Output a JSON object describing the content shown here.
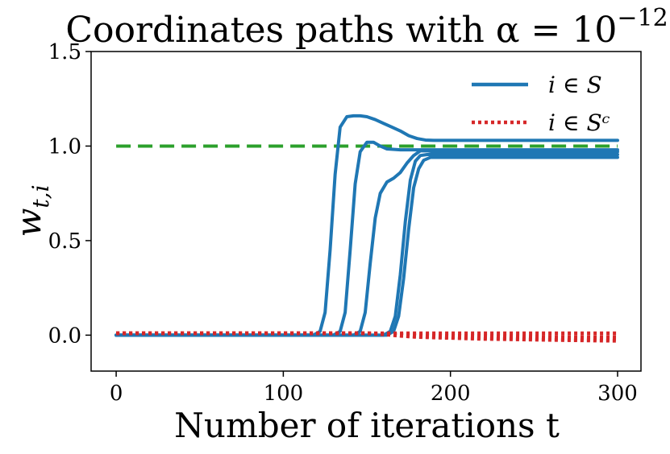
{
  "chart_data": {
    "type": "line",
    "title": "Coordinates paths with α = 10",
    "title_exponent": "−12",
    "xlabel": "Number of iterations t",
    "ylabel": "w",
    "ylabel_subscript": "t,i",
    "xlim": [
      -15,
      314
    ],
    "ylim": [
      -0.19,
      1.5
    ],
    "xticks": [
      0,
      100,
      200,
      300
    ],
    "xtick_labels": [
      "0",
      "100",
      "200",
      "300"
    ],
    "yticks": [
      0.0,
      0.5,
      1.0,
      1.5
    ],
    "ytick_labels": [
      "0.0",
      "0.5",
      "1.0",
      "1.5"
    ],
    "grid": false,
    "legend_position": "top-right",
    "legend": [
      {
        "label": "i ∈ S",
        "color": "#1f77b4",
        "style": "solid"
      },
      {
        "label": "i ∈ Sᶜ",
        "color": "#d62728",
        "style": "dotted"
      }
    ],
    "reference_line": {
      "y": 1.0,
      "x_range": [
        0,
        300
      ],
      "color": "#2ca02c",
      "style": "dashed"
    },
    "series": [
      {
        "group": "in_S",
        "color": "#1f77b4",
        "x": [
          0,
          118,
          122,
          125,
          128,
          131,
          134,
          138,
          142,
          146,
          150,
          155,
          160,
          165,
          170,
          175,
          180,
          185,
          190,
          200,
          300
        ],
        "y": [
          0.0,
          0.0,
          0.02,
          0.12,
          0.45,
          0.85,
          1.1,
          1.155,
          1.16,
          1.16,
          1.155,
          1.14,
          1.12,
          1.1,
          1.08,
          1.055,
          1.04,
          1.032,
          1.03,
          1.03,
          1.03
        ]
      },
      {
        "group": "in_S",
        "color": "#1f77b4",
        "x": [
          0,
          130,
          134,
          137,
          140,
          143,
          146,
          150,
          154,
          158,
          162,
          170,
          180,
          200,
          300
        ],
        "y": [
          0.0,
          0.0,
          0.02,
          0.12,
          0.45,
          0.8,
          0.97,
          1.02,
          1.02,
          1.0,
          0.985,
          0.98,
          0.98,
          0.98,
          0.98
        ]
      },
      {
        "group": "in_S",
        "color": "#1f77b4",
        "x": [
          0,
          142,
          146,
          149,
          152,
          155,
          158,
          162,
          166,
          170,
          174,
          178,
          182,
          186,
          190,
          200,
          300
        ],
        "y": [
          0.0,
          0.0,
          0.02,
          0.12,
          0.38,
          0.62,
          0.75,
          0.81,
          0.83,
          0.86,
          0.91,
          0.95,
          0.975,
          0.975,
          0.97,
          0.97,
          0.97
        ]
      },
      {
        "group": "in_S",
        "color": "#1f77b4",
        "x": [
          0,
          160,
          164,
          167,
          170,
          173,
          176,
          179,
          182,
          186,
          190,
          200,
          300
        ],
        "y": [
          0.0,
          0.0,
          0.02,
          0.1,
          0.32,
          0.6,
          0.82,
          0.92,
          0.95,
          0.955,
          0.955,
          0.955,
          0.955
        ]
      },
      {
        "group": "in_S",
        "color": "#1f77b4",
        "x": [
          0,
          162,
          166,
          169,
          172,
          175,
          178,
          181,
          184,
          188,
          192,
          200,
          300
        ],
        "y": [
          0.0,
          0.0,
          0.02,
          0.1,
          0.3,
          0.56,
          0.78,
          0.88,
          0.925,
          0.94,
          0.94,
          0.94,
          0.94
        ]
      },
      {
        "group": "in_Sc",
        "color": "#d62728",
        "x": [
          0,
          150,
          160,
          170,
          180,
          200,
          220,
          250,
          280,
          300
        ],
        "y": [
          0.01,
          0.01,
          0.01,
          0.01,
          0.01,
          0.01,
          0.01,
          0.01,
          0.01,
          0.01
        ]
      },
      {
        "group": "in_Sc",
        "color": "#d62728",
        "x": [
          0,
          150,
          160,
          170,
          180,
          200,
          220,
          250,
          280,
          300
        ],
        "y": [
          0.01,
          0.01,
          0.008,
          0.005,
          0.0,
          -0.003,
          -0.005,
          -0.008,
          -0.01,
          -0.01
        ]
      },
      {
        "group": "in_Sc",
        "color": "#d62728",
        "x": [
          0,
          150,
          160,
          170,
          180,
          200,
          220,
          250,
          280,
          300
        ],
        "y": [
          0.01,
          0.01,
          0.006,
          0.0,
          -0.005,
          -0.01,
          -0.013,
          -0.016,
          -0.02,
          -0.02
        ]
      },
      {
        "group": "in_Sc",
        "color": "#d62728",
        "x": [
          0,
          150,
          160,
          170,
          180,
          200,
          220,
          250,
          280,
          300
        ],
        "y": [
          0.01,
          0.01,
          0.004,
          -0.004,
          -0.01,
          -0.015,
          -0.02,
          -0.024,
          -0.028,
          -0.03
        ]
      }
    ]
  }
}
